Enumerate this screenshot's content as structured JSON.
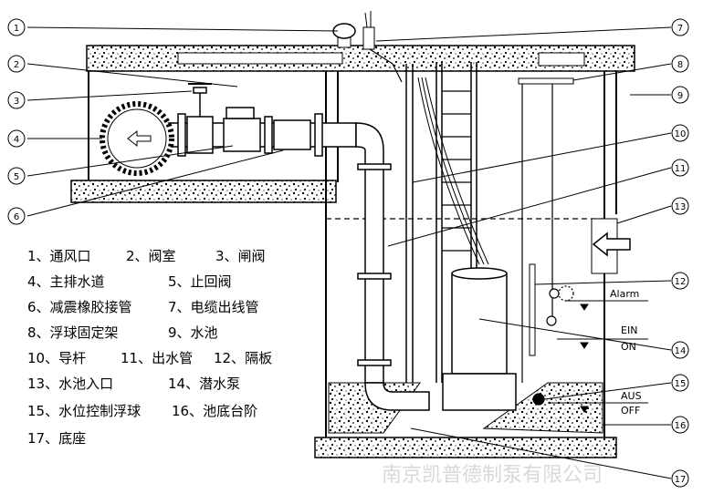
{
  "callouts": [
    {
      "num": "1"
    },
    {
      "num": "2"
    },
    {
      "num": "3"
    },
    {
      "num": "4"
    },
    {
      "num": "5"
    },
    {
      "num": "6"
    },
    {
      "num": "7"
    },
    {
      "num": "8"
    },
    {
      "num": "9"
    },
    {
      "num": "10"
    },
    {
      "num": "11"
    },
    {
      "num": "12"
    },
    {
      "num": "13"
    },
    {
      "num": "14"
    },
    {
      "num": "15"
    },
    {
      "num": "16"
    },
    {
      "num": "17"
    }
  ],
  "legend": [
    "1、通风口",
    "2、阀室",
    "3、闸阀",
    "4、主排水道",
    "5、止回阀",
    "6、减震橡胶接管",
    "7、电缆出线管",
    "8、浮球固定架",
    "9、水池",
    "10、导杆",
    "11、出水管",
    "12、隔板",
    "13、水池入口",
    "14、潜水泵",
    "15、水位控制浮球",
    "16、池底台阶",
    "17、底座"
  ],
  "levels": {
    "alarm": "Alarm",
    "ein": "EIN",
    "on": "ON",
    "aus": "AUS",
    "off": "OFF"
  },
  "watermark": "南京凯普德制泵有限公司"
}
